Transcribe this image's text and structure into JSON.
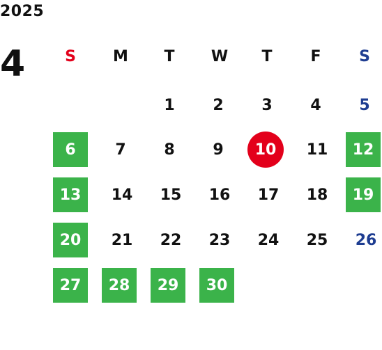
{
  "calendar": {
    "year": "2025",
    "month": "4",
    "weekdays": [
      "S",
      "M",
      "T",
      "W",
      "T",
      "F",
      "S"
    ],
    "weeks": [
      [
        "",
        "",
        "1",
        "2",
        "3",
        "4",
        "5"
      ],
      [
        "6",
        "7",
        "8",
        "9",
        "10",
        "11",
        "12"
      ],
      [
        "13",
        "14",
        "15",
        "16",
        "17",
        "18",
        "19"
      ],
      [
        "20",
        "21",
        "22",
        "23",
        "24",
        "25",
        "26"
      ],
      [
        "27",
        "28",
        "29",
        "30",
        "",
        "",
        ""
      ]
    ],
    "highlighted_days": [
      "6",
      "12",
      "13",
      "19",
      "20",
      "27",
      "28",
      "29",
      "30"
    ],
    "today": "10"
  },
  "colors": {
    "sunday": "#e3001b",
    "saturday": "#1e3d91",
    "highlight": "#3bb34a",
    "today": "#e3001b"
  }
}
